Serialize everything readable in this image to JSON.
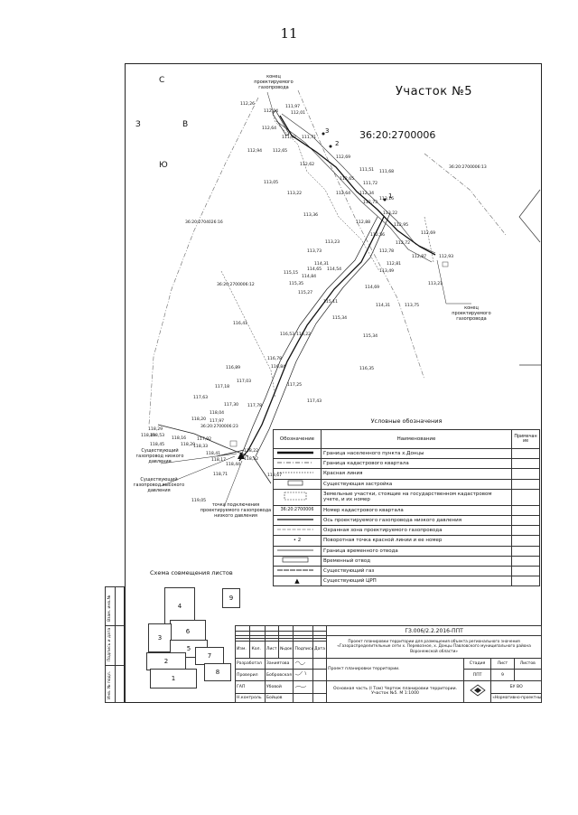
{
  "page_number": "11",
  "map": {
    "title": "Участок №5",
    "cadastral_main": "36:20:2700006",
    "cadastral_minor": [
      {
        "id": "c1",
        "text": "36:20:2700006:13"
      },
      {
        "id": "c2",
        "text": "36:20:2704026:16"
      },
      {
        "id": "c3",
        "text": "36:20:2700006:12"
      },
      {
        "id": "c4",
        "text": "36:20:2700006:23"
      }
    ],
    "compass": {
      "north": "С",
      "west": "З",
      "east": "В",
      "south": "Ю"
    },
    "turn_points": [
      "1",
      "2",
      "3"
    ],
    "callouts": {
      "pipeline_end_top": "конец проектируемого газопровода",
      "pipeline_end_right": "конец проектируемого газопровода",
      "existing_high": "Существующий газопровод высокого давления",
      "existing_low": "Существующий газопровод низкого давления",
      "connection_point": "точка подключения проектируемого газопровода низкого давления"
    },
    "elevations": [
      "112,26",
      "112,04",
      "111,97",
      "112,01",
      "112,64",
      "111,92",
      "111,71",
      "112,94",
      "112,65",
      "112,69",
      "112,62",
      "111,51",
      "111,68",
      "113,05",
      "112,65",
      "111,72",
      "113,22",
      "112,64",
      "112,34",
      "112,73",
      "113,16",
      "113,22",
      "113,36",
      "112,88",
      "112,56",
      "112,95",
      "112,69",
      "113,23",
      "112,72",
      "112,78",
      "113,73",
      "112,87",
      "112,93",
      "114,31",
      "112,81",
      "114,65",
      "114,54",
      "113,49",
      "115,15",
      "114,84",
      "115,35",
      "113,21",
      "114,69",
      "115,27",
      "115,11",
      "114,31",
      "113,75",
      "115,34",
      "116,41",
      "116,53",
      "116,22",
      "115,34",
      "116,78",
      "116,89",
      "116,84",
      "116,35",
      "117,18",
      "117,03",
      "117,25",
      "117,63",
      "117,30",
      "117,43",
      "118,04",
      "118,20",
      "117,97",
      "117,78",
      "118,29",
      "118,49",
      "118,53",
      "118,16",
      "118,20",
      "117,92",
      "118,45",
      "118,33",
      "118,41",
      "118,17",
      "118,22",
      "118,32",
      "118,44",
      "118,71",
      "118,67",
      "119,05"
    ]
  },
  "legend": {
    "title": "Условные обозначения",
    "headers": {
      "symbol": "Обозначение",
      "name": "Наименование",
      "note": "Примечание"
    },
    "rows": [
      {
        "name": "Граница населенного пункта х.Донцы"
      },
      {
        "name": "Граница кадастрового квартала"
      },
      {
        "name": "Красная линия"
      },
      {
        "name": "Существующая застройка"
      },
      {
        "name": "Земельные участки, стоящие на государственном кадастровом учете, и их номер"
      },
      {
        "symbol": "36:20:2700006",
        "name": "Номер кадастрового квартала"
      },
      {
        "name": "Ось проектируемого газопровода низкого давления"
      },
      {
        "name": "Охранная зона проектируемого газопровода"
      },
      {
        "symbol": "• 2",
        "name": "Поворотная точка красной линии и ее номер"
      },
      {
        "name": "Граница временного отвода"
      },
      {
        "name": "Временный отвод"
      },
      {
        "name": "Существующий газ"
      },
      {
        "symbol": "▲",
        "name": "Существующий ЦРП"
      }
    ]
  },
  "scheme": {
    "title": "Схема совмещения листов",
    "sheets": [
      "1",
      "2",
      "3",
      "4",
      "5",
      "6",
      "7",
      "8",
      "9"
    ]
  },
  "side_labels": [
    "Взам. инв.№",
    "Подпись и дата",
    "Инв. № подл."
  ],
  "stamp": {
    "code": "ГЗ.006/2.2.2016-ППТ",
    "project": "Проект планировки территории для размещения объекта регионального значения «Газораспределительные сети х. Перевозное, х. Донцы Павловского муниципального района Воронежской области»",
    "headers": [
      "Изм.",
      "Кол.",
      "Лист",
      "№док",
      "Подпись",
      "Дата"
    ],
    "roles": [
      {
        "role": "Разработал",
        "person": "Заниятова"
      },
      {
        "role": "Проверил",
        "person": "Бобровская"
      },
      {
        "role": "ГАП",
        "person": "Убовой"
      },
      {
        "role": "Н.контроль",
        "person": "Бойцов"
      }
    ],
    "doc_title": "Проект планировки территории.",
    "sheet_title": "Основная часть (I Том) Чертеж планировки территории. Участок №5. М 1:1000",
    "stage_header": "Стадия",
    "sheet_header": "Лист",
    "sheets_header": "Листов",
    "stage": "ППТ",
    "sheet": "9",
    "sheets": "",
    "org_short": "БУ ВО",
    "org_name": "«Нормативно-проектный центр»"
  },
  "colors": {
    "ink": "#111111",
    "line": "#222222",
    "dashed": "#555555"
  }
}
